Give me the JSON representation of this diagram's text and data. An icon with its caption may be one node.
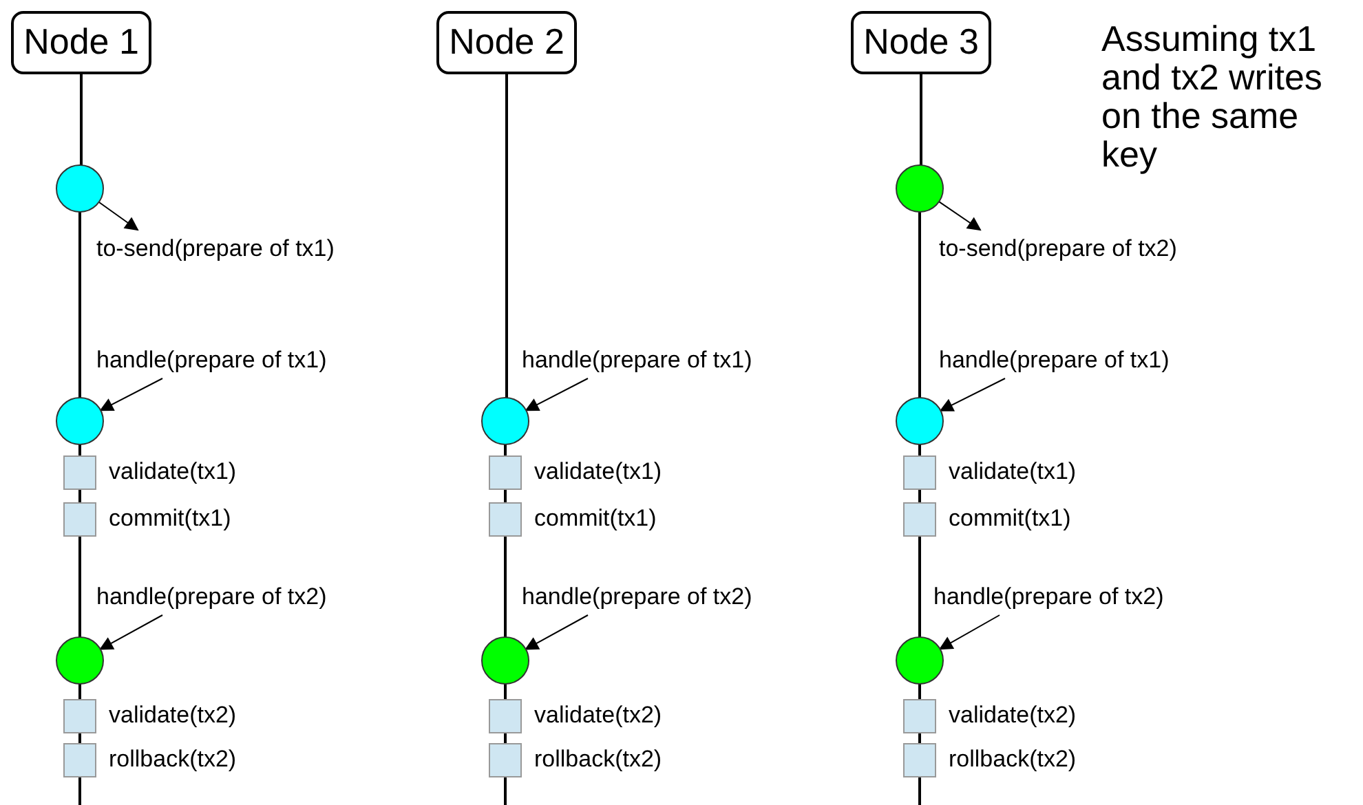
{
  "diagram": {
    "nodes": [
      {
        "text": [
          "Node 1"
        ]
      },
      {
        "text": [],
        "shape": "circle"
      },
      {
        "text": [
          "to-send(prepare of tx1)"
        ]
      },
      {
        "text": [
          "handle(prepare of tx1)"
        ]
      },
      {
        "text": [],
        "shape": "circle"
      },
      {
        "text": [],
        "shape": "box",
        "beside": [
          "validate(tx1)"
        ]
      },
      {
        "text": [],
        "shape": "box",
        "beside": [
          "commit(tx1)"
        ]
      },
      {
        "text": [
          "handle(prepare of tx2)"
        ]
      },
      {
        "text": [],
        "shape": "circle"
      },
      {
        "text": [],
        "shape": "box",
        "beside": [
          "validate(tx2)"
        ]
      },
      {
        "text": [],
        "shape": "box",
        "beside": [
          "rollback(tx2)"
        ]
      },
      {
        "text": [
          "Node 2"
        ]
      },
      {
        "text": [
          "handle(prepare of tx1)"
        ]
      },
      {
        "text": [],
        "shape": "circle"
      },
      {
        "text": [],
        "shape": "box",
        "beside": [
          "validate(tx1)"
        ]
      },
      {
        "text": [],
        "shape": "box",
        "beside": [
          "commit(tx1)"
        ]
      },
      {
        "text": [
          "handle(prepare of tx2)"
        ]
      },
      {
        "text": [],
        "shape": "circle"
      },
      {
        "text": [],
        "shape": "box",
        "beside": [
          "validate(tx2)"
        ]
      },
      {
        "text": [],
        "shape": "box",
        "beside": [
          "rollback(tx2)"
        ]
      },
      {
        "text": [
          "Node 3"
        ]
      },
      {
        "text": [],
        "shape": "circle"
      },
      {
        "text": [
          "to-send(prepare of tx2)"
        ]
      },
      {
        "text": [
          "handle(prepare of tx1)"
        ]
      },
      {
        "text": [],
        "shape": "circle"
      },
      {
        "text": [],
        "shape": "box",
        "beside": [
          "validate(tx1)"
        ]
      },
      {
        "text": [],
        "shape": "box",
        "beside": [
          "commit(tx1)"
        ]
      },
      {
        "text": [
          "handle(prepare of tx2)"
        ]
      },
      {
        "text": [],
        "shape": "circle"
      },
      {
        "text": [],
        "shape": "box",
        "beside": [
          "validate(tx2)"
        ]
      },
      {
        "text": [],
        "shape": "box",
        "beside": [
          "rollback(tx2)"
        ]
      }
    ],
    "edges": [
      {
        "from": 0,
        "to": 1,
        "arrow": "none"
      },
      {
        "from": 1,
        "to": 4,
        "arrow": "none"
      },
      {
        "from": 4,
        "to": 5,
        "arrow": "none"
      },
      {
        "from": 5,
        "to": 6,
        "arrow": "none"
      },
      {
        "from": 6,
        "to": 8,
        "arrow": "none"
      },
      {
        "from": 8,
        "to": 9,
        "arrow": "none"
      },
      {
        "from": 9,
        "to": 10,
        "arrow": "none"
      },
      {
        "from": 10,
        "to": null,
        "arrow": "none"
      },
      {
        "from": 1,
        "to": 2,
        "arrow": "to"
      },
      {
        "from": 3,
        "to": 4,
        "arrow": "to"
      },
      {
        "from": 7,
        "to": 8,
        "arrow": "to"
      },
      {
        "from": 11,
        "to": 13,
        "arrow": "none"
      },
      {
        "from": 13,
        "to": 14,
        "arrow": "none"
      },
      {
        "from": 14,
        "to": 15,
        "arrow": "none"
      },
      {
        "from": 15,
        "to": 17,
        "arrow": "none"
      },
      {
        "from": 17,
        "to": 18,
        "arrow": "none"
      },
      {
        "from": 18,
        "to": 19,
        "arrow": "none"
      },
      {
        "from": 19,
        "to": null,
        "arrow": "none"
      },
      {
        "from": 12,
        "to": 13,
        "arrow": "to"
      },
      {
        "from": 16,
        "to": 17,
        "arrow": "to"
      },
      {
        "from": 20,
        "to": 21,
        "arrow": "none"
      },
      {
        "from": 21,
        "to": 24,
        "arrow": "none"
      },
      {
        "from": 24,
        "to": 25,
        "arrow": "none"
      },
      {
        "from": 25,
        "to": 26,
        "arrow": "none"
      },
      {
        "from": 26,
        "to": 28,
        "arrow": "none"
      },
      {
        "from": 28,
        "to": 29,
        "arrow": "none"
      },
      {
        "from": 29,
        "to": 30,
        "arrow": "none"
      },
      {
        "from": 30,
        "to": null,
        "arrow": "none"
      },
      {
        "from": 21,
        "to": 22,
        "arrow": "to"
      },
      {
        "from": 23,
        "to": 24,
        "arrow": "to"
      },
      {
        "from": 27,
        "to": 28,
        "arrow": "to"
      }
    ],
    "labels": [
      "Assuming tx1 and tx2 writes on the same key"
    ]
  }
}
